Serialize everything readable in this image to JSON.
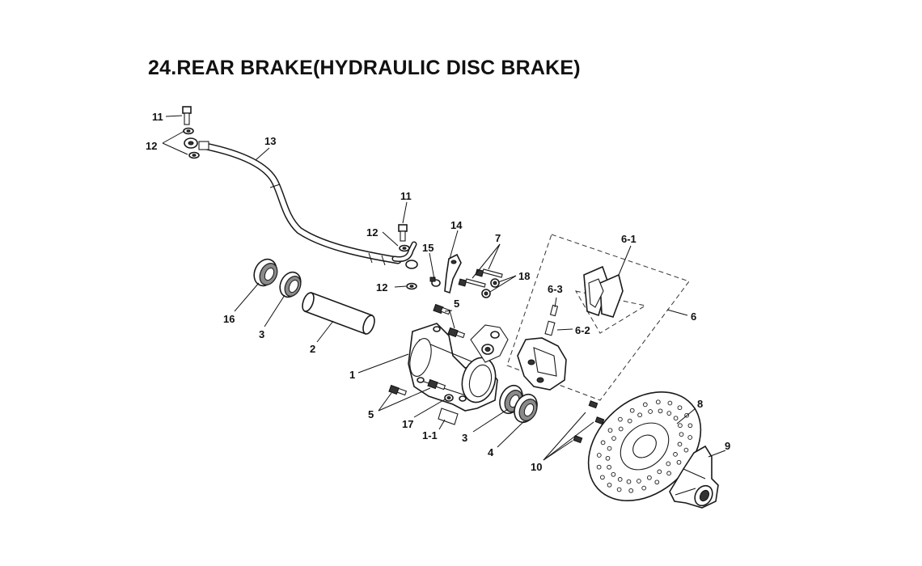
{
  "title": "24.REAR BRAKE(HYDRAULIC DISC BRAKE)",
  "labels": {
    "l1": "1",
    "l1_1": "1-1",
    "l2": "2",
    "l3a": "3",
    "l3b": "3",
    "l4": "4",
    "l5a": "5",
    "l5b": "5",
    "l6": "6",
    "l6_1": "6-1",
    "l6_2": "6-2",
    "l6_3": "6-3",
    "l7": "7",
    "l8": "8",
    "l9": "9",
    "l10": "10",
    "l11a": "11",
    "l11b": "11",
    "l12a": "12",
    "l12b": "12",
    "l12c": "12",
    "l13": "13",
    "l14": "14",
    "l15": "15",
    "l16": "16",
    "l17": "17",
    "l18": "18"
  }
}
